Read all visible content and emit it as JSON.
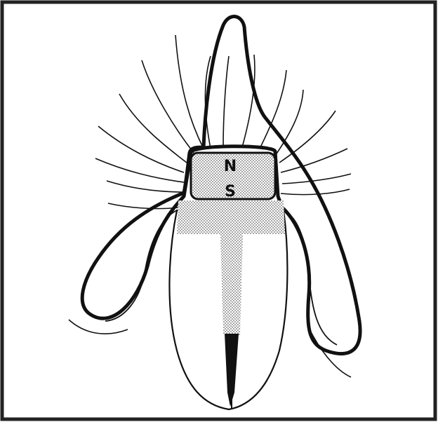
{
  "figure": {
    "colors": {
      "ink": "#111111",
      "frame": "#222222",
      "stipple_fg": "#6a6a6a",
      "stipple_bg": "#ffffff",
      "background": "#ffffff"
    },
    "labels": {
      "top_letter": "N",
      "bottom_letter": "S"
    },
    "icons": {
      "frame": "border-rectangle",
      "figure": "magnet-field-line-drawing"
    }
  }
}
